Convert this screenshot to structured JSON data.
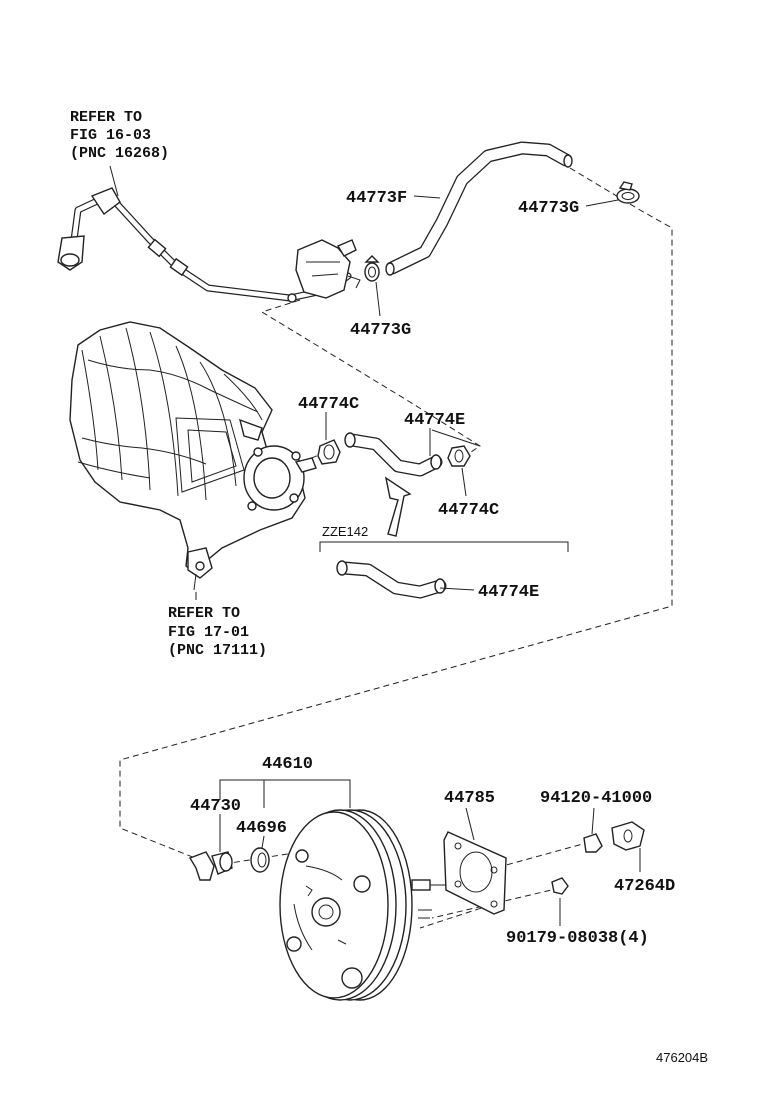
{
  "refs": {
    "top": [
      "REFER TO",
      "FIG 16-03",
      "(PNC 16268)"
    ],
    "bottom": [
      "REFER TO",
      "FIG 17-01",
      "(PNC 17111)"
    ]
  },
  "parts": {
    "p44773F": "44773F",
    "p44773G_top": "44773G",
    "p44773G_mid": "44773G",
    "p44774C_left": "44774C",
    "p44774E_top": "44774E",
    "p44774C_right": "44774C",
    "p44774E_bottom": "44774E",
    "p44610": "44610",
    "p44730": "44730",
    "p44696": "44696",
    "p44785": "44785",
    "p94120": "94120-41000",
    "p47264D": "47264D",
    "p90179": "90179-08038(4)"
  },
  "variant_label": "ZZE142",
  "figure_id": "476204B"
}
